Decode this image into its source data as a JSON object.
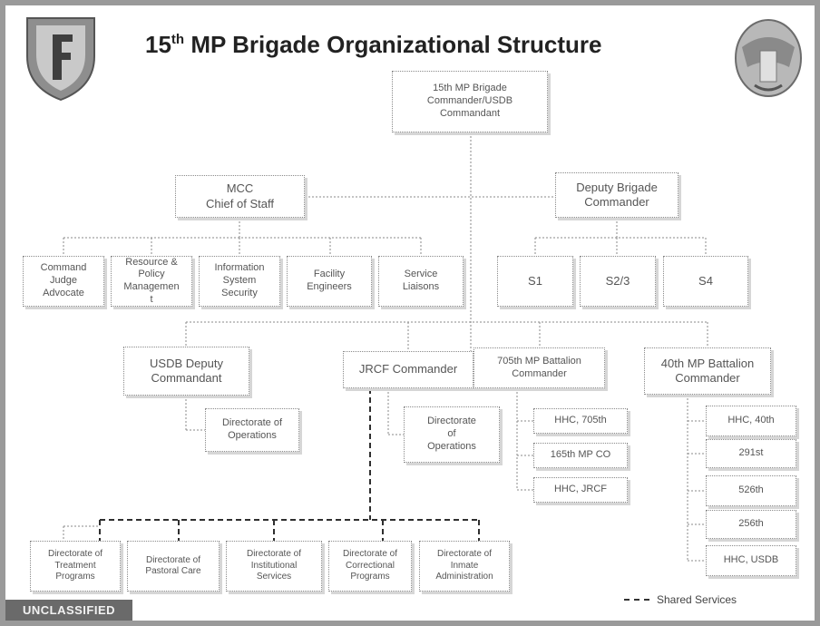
{
  "title": {
    "main": "15",
    "sup": "th",
    "rest": " MP Brigade Organizational Structure"
  },
  "boxes": {
    "commander": "15th MP Brigade\nCommander/USDB\nCommandant",
    "mcc": "MCC\nChief of Staff",
    "deputy": "Deputy Brigade\nCommander",
    "judge": "Command\nJudge\nAdvocate",
    "resource": "Resource &\nPolicy\nManagemen\nt",
    "infosec": "Information\nSystem\nSecurity",
    "facility": "Facility\nEngineers",
    "service": "Service\nLiaisons",
    "s1": "S1",
    "s23": "S2/3",
    "s4": "S4",
    "usdb_deputy": "USDB Deputy\nCommandant",
    "jrcf": "JRCF Commander",
    "bn705": "705th MP Battalion\nCommander",
    "bn40": "40th MP Battalion\nCommander",
    "dir_ops_1": "Directorate of\nOperations",
    "dir_ops_2": "Directorate\nof\nOperations",
    "hhc705": "HHC, 705th",
    "mp165": "165th MP CO",
    "hhcjrcf": "HHC, JRCF",
    "hhc40": "HHC, 40th",
    "c291": "291st",
    "c526": "526th",
    "c256": "256th",
    "hhcusdb": "HHC, USDB",
    "treatment": "Directorate of\nTreatment\nPrograms",
    "pastoral": "Directorate of\nPastoral Care",
    "institutional": "Directorate of\nInstitutional\nServices",
    "correctional": "Directorate of\nCorrectional\nPrograms",
    "inmate": "Directorate of\nInmate\nAdministration"
  },
  "legend": {
    "label": "Shared Services"
  },
  "banner": {
    "label": "UNCLASSIFIED"
  },
  "colors": {
    "frame": "#9a9a9a",
    "banner": "#6a6a6a",
    "lines": "#8a8a8a"
  },
  "icons": {
    "left": "shield-crest-icon",
    "right": "eagle-crest-icon"
  }
}
